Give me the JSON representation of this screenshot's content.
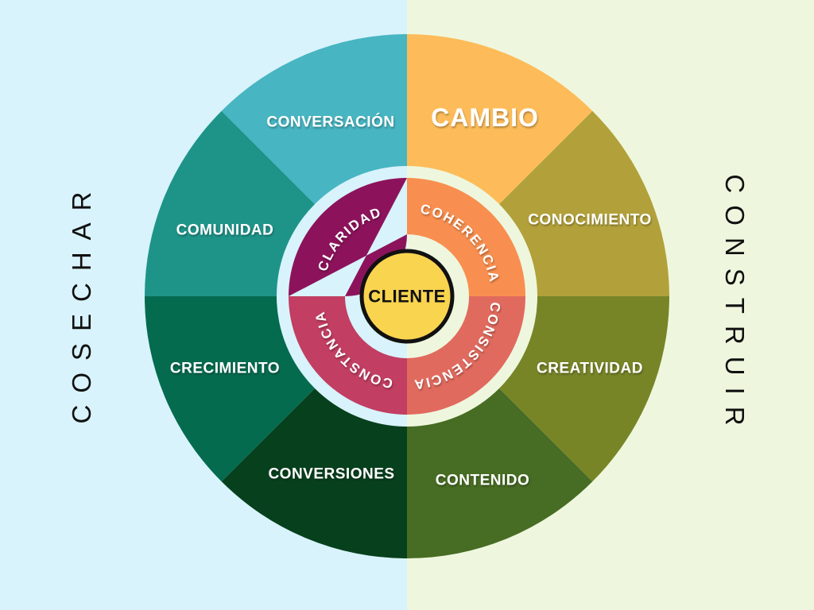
{
  "background": {
    "left_color": "#d8f3fb",
    "right_color": "#eef7de"
  },
  "side_labels": {
    "left": "COSECHAR",
    "right": "CONSTRUIR",
    "text_color": "#101010"
  },
  "wheel": {
    "center_label": "CLIENTE",
    "center_fill": "#f9d44f",
    "center_border": "#111111",
    "outer_segments": [
      {
        "label": "CAMBIO",
        "color": "#fdbc59"
      },
      {
        "label": "CONOCIMIENTO",
        "color": "#b2a13a"
      },
      {
        "label": "CREATIVIDAD",
        "color": "#778527"
      },
      {
        "label": "CONTENIDO",
        "color": "#476c23"
      },
      {
        "label": "CONVERSIONES",
        "color": "#07401d"
      },
      {
        "label": "CRECIMIENTO",
        "color": "#056b4f"
      },
      {
        "label": "COMUNIDAD",
        "color": "#1e9489"
      },
      {
        "label": "CONVERSACIÓN",
        "color": "#47b5c2"
      }
    ],
    "inner_segments": [
      {
        "label": "COHERENCIA",
        "color": "#f88f50"
      },
      {
        "label": "CONSISTENCIA",
        "color": "#e16a5e"
      },
      {
        "label": "CONSTANCIA",
        "color": "#c23e62"
      },
      {
        "label": "CLARIDAD",
        "color": "#8c135b"
      }
    ]
  }
}
